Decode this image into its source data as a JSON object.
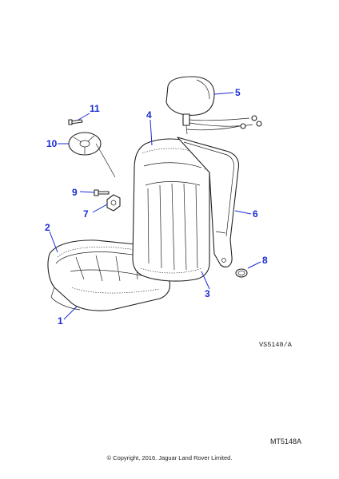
{
  "diagram": {
    "callouts": [
      {
        "id": "1",
        "label": "1"
      },
      {
        "id": "2",
        "label": "2"
      },
      {
        "id": "3",
        "label": "3"
      },
      {
        "id": "4",
        "label": "4"
      },
      {
        "id": "5",
        "label": "5"
      },
      {
        "id": "6",
        "label": "6"
      },
      {
        "id": "7",
        "label": "7"
      },
      {
        "id": "8",
        "label": "8"
      },
      {
        "id": "9",
        "label": "9"
      },
      {
        "id": "10",
        "label": "10"
      },
      {
        "id": "11",
        "label": "11"
      }
    ],
    "drawing_ref": "VS5148/A",
    "illustration_code": "MT5148A",
    "copyright": "© Copyright, 2016. Jaguar Land Rover Limited.",
    "accent_color": "#1a2bd6"
  }
}
